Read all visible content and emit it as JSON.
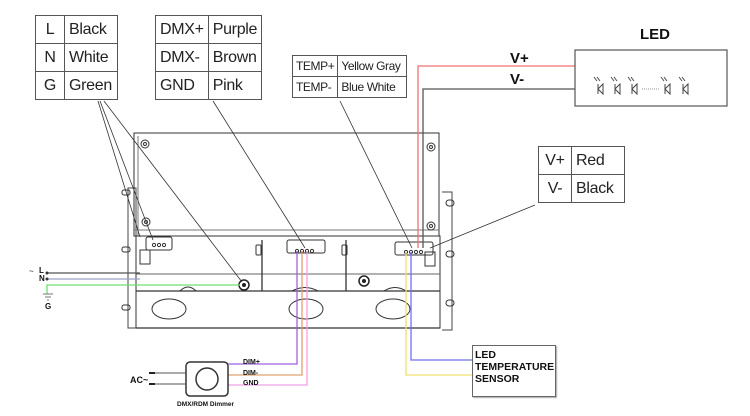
{
  "tables": {
    "ac_input": {
      "rows": [
        {
          "pin": "L",
          "color": "Black"
        },
        {
          "pin": "N",
          "color": "White"
        },
        {
          "pin": "G",
          "color": "Green"
        }
      ]
    },
    "dmx": {
      "rows": [
        {
          "pin": "DMX+",
          "color": "Purple"
        },
        {
          "pin": "DMX-",
          "color": "Brown"
        },
        {
          "pin": "GND",
          "color": "Pink"
        }
      ]
    },
    "temp": {
      "rows": [
        {
          "pin": "TEMP+",
          "color": "Yellow Gray"
        },
        {
          "pin": "TEMP-",
          "color": "Blue White"
        }
      ]
    },
    "output": {
      "rows": [
        {
          "pin": "V+",
          "color": "Red"
        },
        {
          "pin": "V-",
          "color": "Black"
        }
      ]
    }
  },
  "led": {
    "title": "LED",
    "v_plus_label": "V+",
    "v_minus_label": "V-",
    "diode_icon": "led-diode-icon"
  },
  "ac_terminals": {
    "l_label": "L",
    "n_label": "N",
    "g_label": "G",
    "ac_symbol": "~",
    "ground_icon": "ground-icon"
  },
  "dimmer": {
    "name": "DMX/RDM Dimmer",
    "ac_label": "AC~",
    "wires": [
      "DIM+",
      "DIM-",
      "GND"
    ]
  },
  "sensor": {
    "lines": [
      "LED",
      "TEMPERATURE",
      "SENSOR"
    ]
  },
  "wire_colors": {
    "v_plus": "#f07070",
    "v_minus": "#555555",
    "line": "#555555",
    "neutral": "#9aa0c8",
    "ground": "#6ee06e",
    "dmx_plus": "#a060e0",
    "dmx_minus": "#e0a070",
    "gnd": "#f0a0e8",
    "temp_plus": "#f0e070",
    "temp_minus": "#7070f0"
  }
}
